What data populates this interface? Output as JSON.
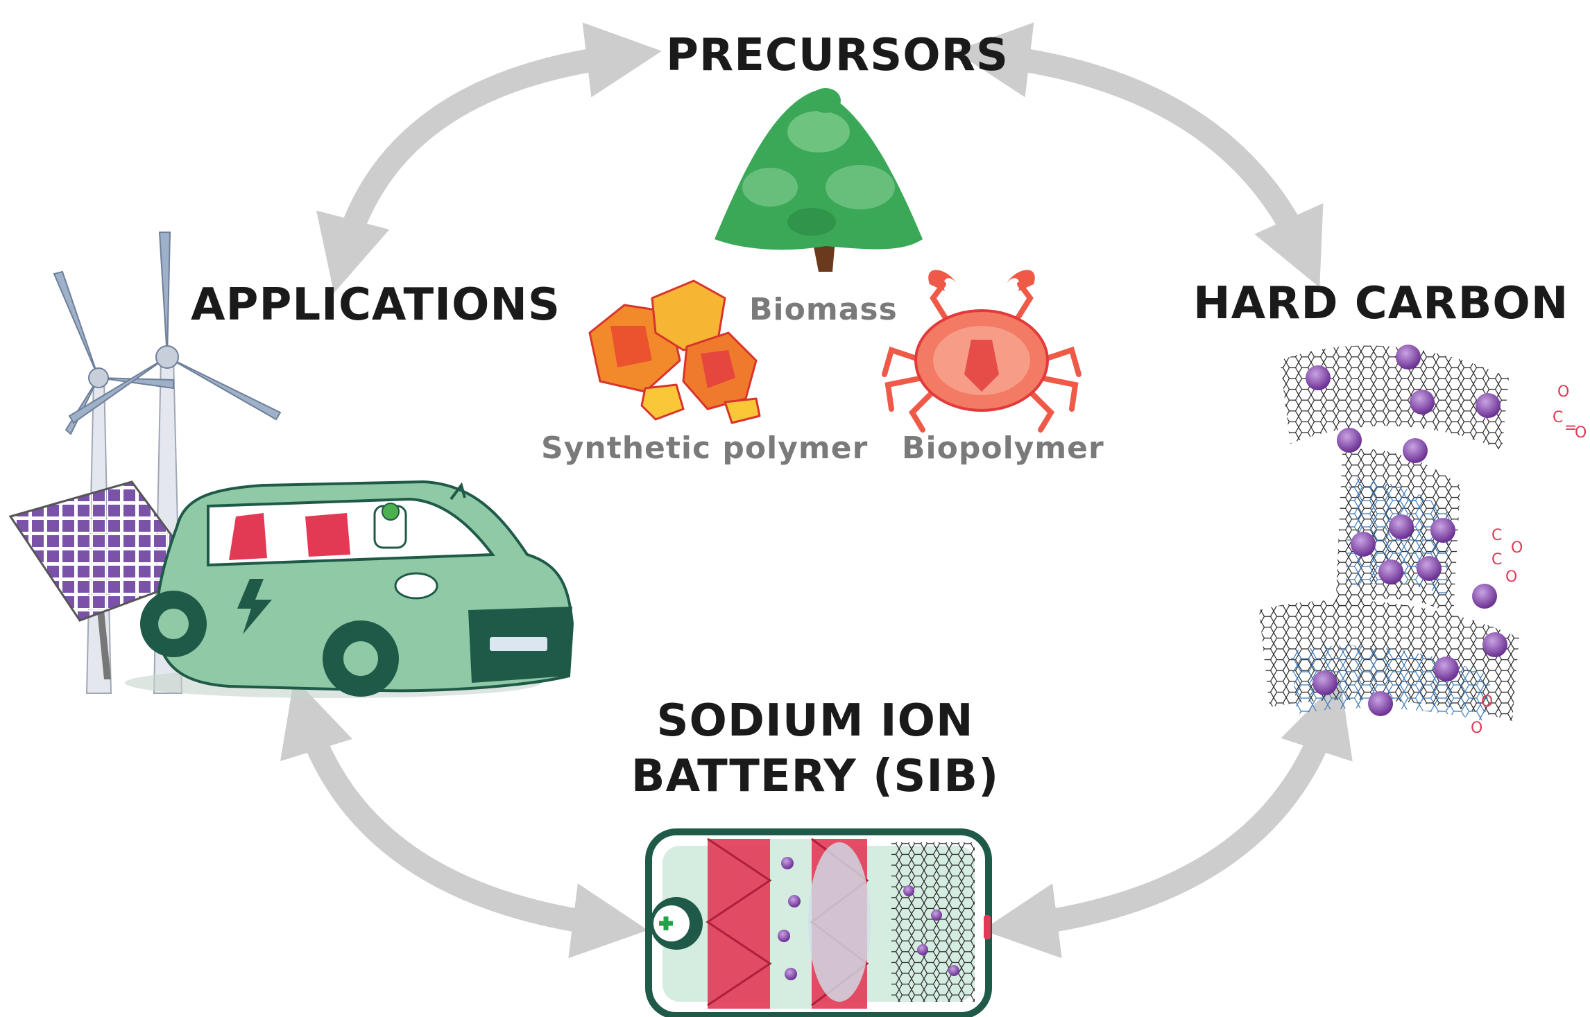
{
  "stages": {
    "precursors": "PRECURSORS",
    "applications": "APPLICATIONS",
    "hard_carbon": "HARD CARBON",
    "battery_line1": "SODIUM ION",
    "battery_line2": "BATTERY (SIB)"
  },
  "precursor_types": {
    "biomass": "Biomass",
    "synthetic_polymer": "Synthetic polymer",
    "biopolymer": "Biopolymer"
  },
  "chem_labels": {
    "carbonyl_o": "O",
    "carbonyl_c": "C",
    "bond": "="
  },
  "colors": {
    "arrow": "#cdcdcd",
    "car": "#8fc9a6",
    "car_dark": "#1f5a48",
    "tree": "#3aa857",
    "crab": "#ef5a48",
    "polymer": "#f39a2a",
    "sodium_ion": "#7b3f9e",
    "cathode": "#e23a55",
    "functional_group": "#e23a55"
  },
  "icons": [
    "wind-turbine-icon",
    "solar-panel-icon",
    "electric-car-icon",
    "battery-mascot-icon",
    "tree-icon",
    "polymer-crystals-icon",
    "crab-icon",
    "graphene-layers-icon",
    "battery-cell-icon",
    "plus-terminal-icon",
    "lightning-bolt-icon"
  ]
}
